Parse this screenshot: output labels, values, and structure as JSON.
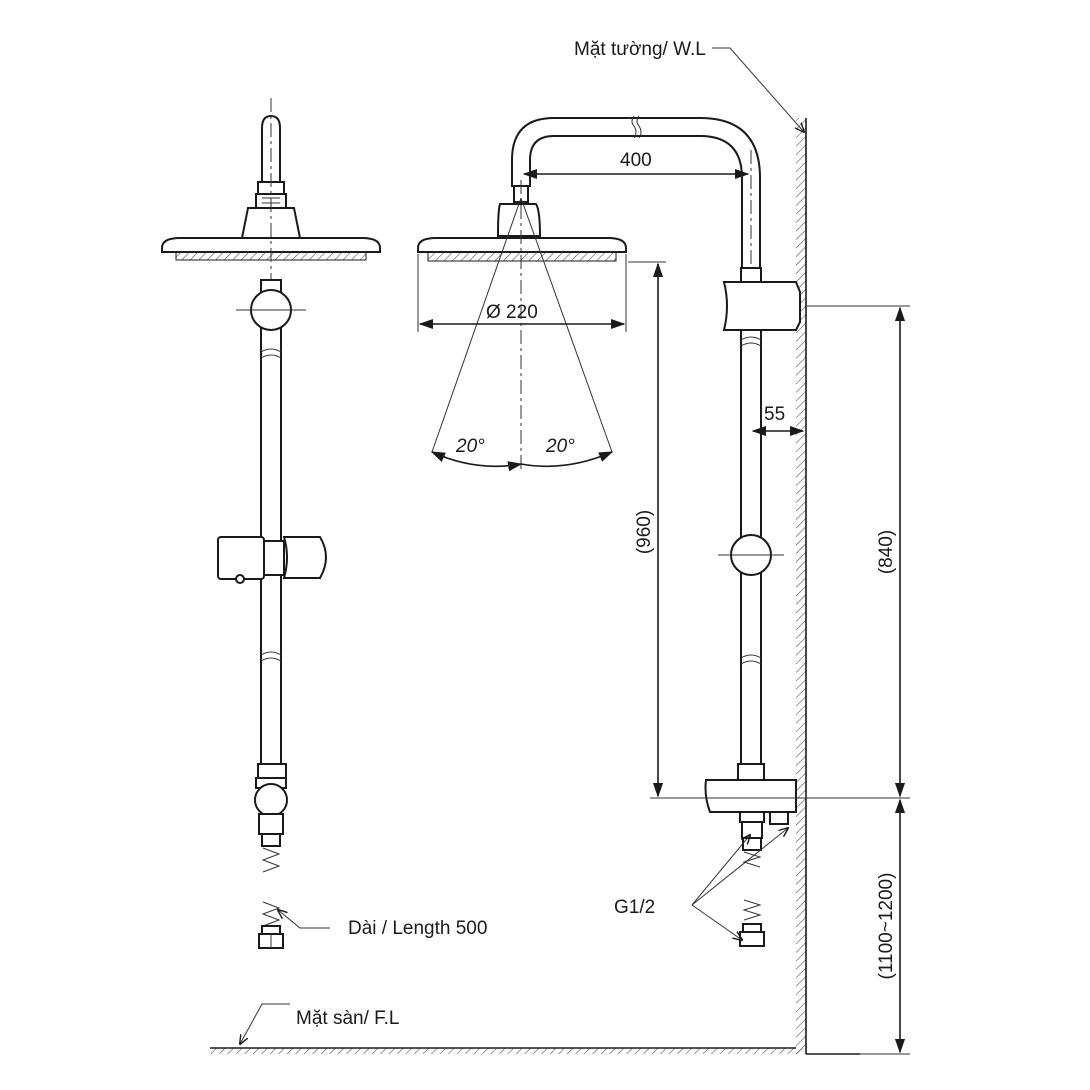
{
  "labels": {
    "wall": "Mặt tường/ W.L",
    "floor": "Mặt sàn/ F.L",
    "hose_length": "Dài / Length 500",
    "thread": "G1/2"
  },
  "dimensions": {
    "arm_length": "400",
    "head_diameter": "Ø 220",
    "spray_angle_left": "20°",
    "spray_angle_right": "20°",
    "wall_offset": "55",
    "head_height": "(960)",
    "bar_height": "(840)",
    "mount_height": "(1100~1200)"
  }
}
